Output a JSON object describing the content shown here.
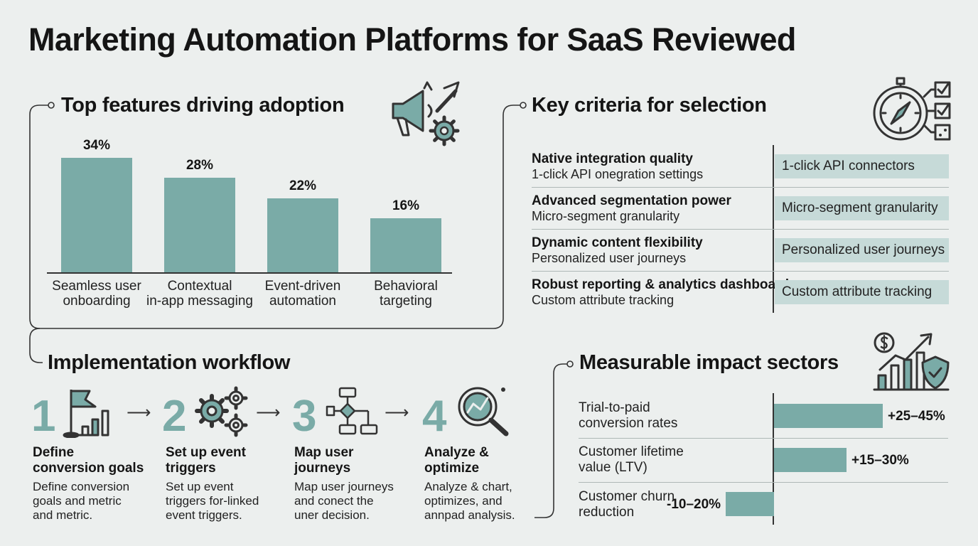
{
  "title": "Marketing Automation Platforms for SaaS Reviewed",
  "features": {
    "title": "Top features driving adoption",
    "icon": "megaphone-gear-icon",
    "chart_data": {
      "type": "bar",
      "categories": [
        "Seamless user onboarding",
        "Contextual in-app messaging",
        "Event-driven automation",
        "Behavioral targeting"
      ],
      "category_lines": [
        [
          "Seamless user",
          "onboarding"
        ],
        [
          "Contextual",
          "in-app messaging"
        ],
        [
          "Event-driven",
          "automation"
        ],
        [
          "Behavioral",
          "targeting"
        ]
      ],
      "values": [
        34,
        28,
        22,
        16
      ],
      "value_labels": [
        "34%",
        "28%",
        "22%",
        "16%"
      ],
      "ylim": [
        0,
        34
      ],
      "color": "#7aaba7"
    }
  },
  "criteria": {
    "title": "Key criteria for selection",
    "icon": "compass-checklist-icon",
    "rows": [
      {
        "title": "Native integration quality",
        "sub": "1-click API onegration settings",
        "pill": "1-click API connectors"
      },
      {
        "title": "Advanced segmentation power",
        "sub": "Micro-segment granularity",
        "pill": "Micro-segment granularity"
      },
      {
        "title": "Dynamic content flexibility",
        "sub": "Personalized user journeys",
        "pill": "Personalized user journeys"
      },
      {
        "title": "Robust reporting & analytics dashboard",
        "sub": "Custom attribute tracking",
        "pill": "Custom attribute tracking"
      }
    ]
  },
  "workflow": {
    "title": "Implementation workflow",
    "steps": [
      {
        "num": "1",
        "icon": "flag-chart-icon",
        "title": [
          "Define",
          "conversion goals"
        ],
        "desc": [
          "Define conversion",
          "goals and metric",
          "and metric."
        ]
      },
      {
        "num": "2",
        "icon": "gears-icon",
        "title": [
          "Set up event",
          "triggers"
        ],
        "desc": [
          "Set up event",
          "triggers for-linked",
          "event triggers."
        ]
      },
      {
        "num": "3",
        "icon": "flowchart-icon",
        "title": [
          "Map user",
          "journeys"
        ],
        "desc": [
          "Map user journeys",
          "and conect the",
          "uner decision."
        ]
      },
      {
        "num": "4",
        "icon": "magnifier-chart-icon",
        "title": [
          "Analyze &",
          "optimize"
        ],
        "desc": [
          "Analyze & chart,",
          "optimizes, and",
          "annpad analysis."
        ]
      }
    ]
  },
  "impact": {
    "title": "Measurable impact sectors",
    "icon": "dollar-growth-shield-icon",
    "chart_data": {
      "type": "bar",
      "orientation": "horizontal",
      "categories": [
        "Trial-to-paid conversion rates",
        "Customer lifetime value (LTV)",
        "Customer churn reduction"
      ],
      "category_lines": [
        [
          "Trial-to-paid",
          "conversion rates"
        ],
        [
          "Customer lifetime",
          "value (LTV)"
        ],
        [
          "Customer churn",
          "reduction"
        ]
      ],
      "ranges": [
        [
          25,
          45
        ],
        [
          15,
          30
        ],
        [
          -20,
          -10
        ]
      ],
      "value_labels": [
        "+25–45%",
        "+15–30%",
        "-10–20%"
      ],
      "color": "#7aaba7"
    }
  }
}
